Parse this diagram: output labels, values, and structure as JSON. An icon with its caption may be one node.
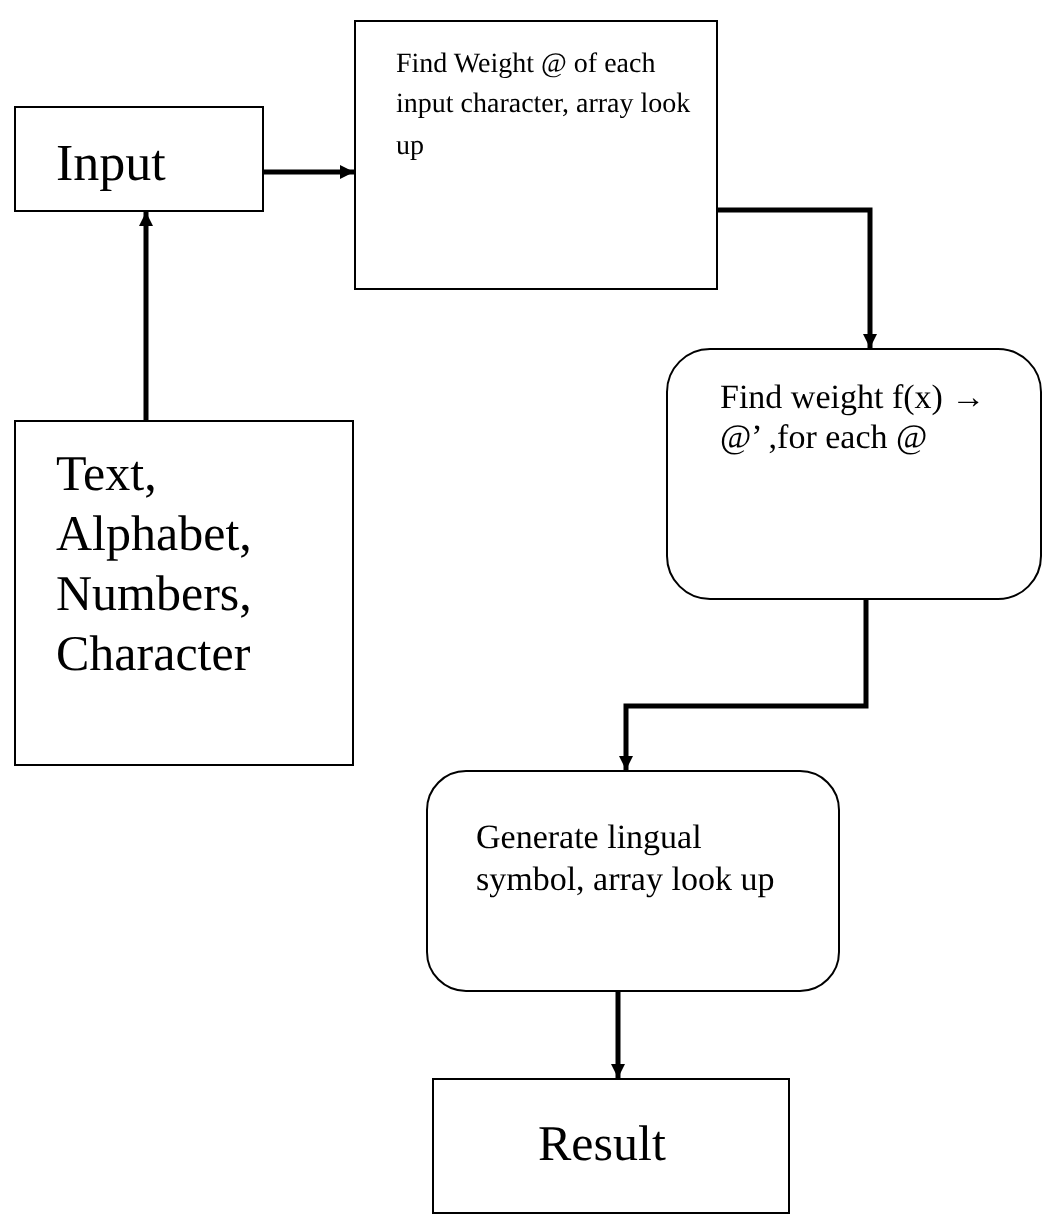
{
  "diagram": {
    "nodes": [
      {
        "text": [
          "Input"
        ]
      },
      {
        "text": [
          "Find Weight @ of each input character, array look up"
        ]
      },
      {
        "text": [
          "Text, Alphabet, Numbers, Character"
        ]
      },
      {
        "text": [
          "Find weight f(x) → @’ ,for each @"
        ]
      },
      {
        "text": [
          "Generate lingual symbol, array look up"
        ]
      },
      {
        "text": [
          "Result"
        ]
      }
    ],
    "edges": [
      {
        "from": 2,
        "to": 0,
        "arrow": "to"
      },
      {
        "from": 0,
        "to": 1,
        "arrow": "to"
      },
      {
        "from": 1,
        "to": 3,
        "arrow": "to"
      },
      {
        "from": 3,
        "to": 4,
        "arrow": "to"
      },
      {
        "from": 4,
        "to": 5,
        "arrow": "to"
      }
    ]
  }
}
